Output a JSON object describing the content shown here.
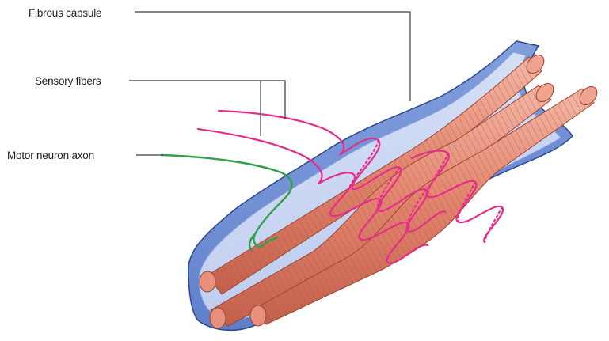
{
  "labels": {
    "fibrous_capsule": "Fibrous capsule",
    "sensory_fibers": "Sensory fibers",
    "motor_neuron_axon": "Motor neuron axon"
  },
  "colors": {
    "capsule_outer": "#6f8fd6",
    "capsule_inner": "#c9d6f1",
    "capsule_dark": "#27468f",
    "fiber_fill": "#e2836f",
    "fiber_light": "#f1b4a2",
    "fiber_dark": "#a94b3a",
    "sensory": "#e62d8a",
    "motor": "#32a04a",
    "leader": "#3a3a3a"
  }
}
